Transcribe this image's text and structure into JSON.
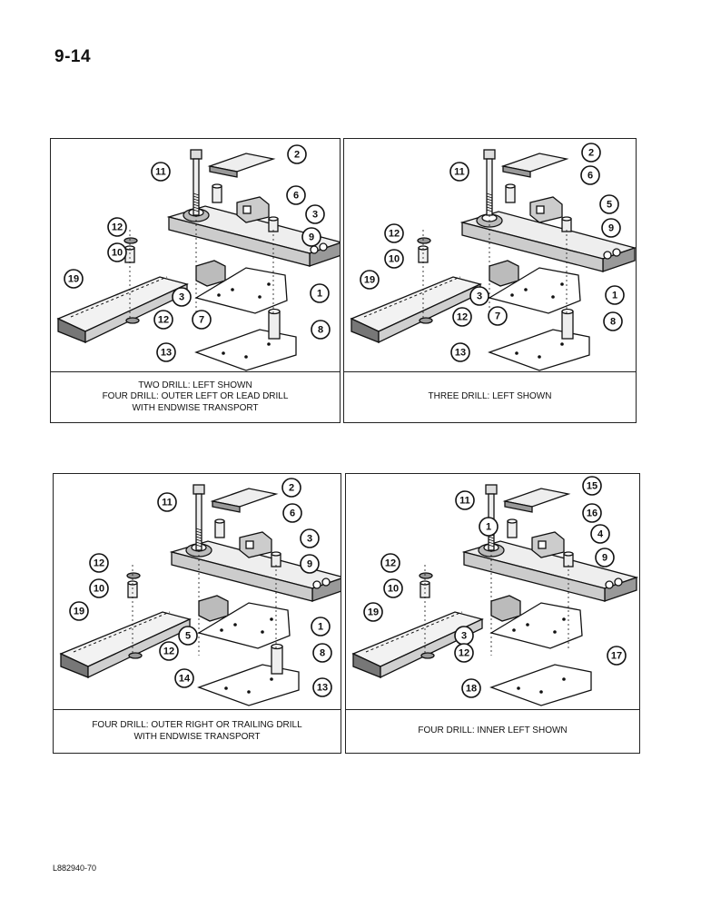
{
  "page_number": "9-14",
  "doc_code": "L882940-70",
  "panels": [
    {
      "caption_lines": [
        "TWO DRILL: LEFT SHOWN",
        "FOUR DRILL: OUTER LEFT OR LEAD DRILL",
        "WITH ENDWISE TRANSPORT"
      ],
      "callouts": [
        "11",
        "2",
        "6",
        "3",
        "9",
        "12",
        "10",
        "19",
        "3",
        "1",
        "7",
        "12",
        "8",
        "13"
      ]
    },
    {
      "caption_lines": [
        "THREE DRILL: LEFT SHOWN"
      ],
      "callouts": [
        "11",
        "2",
        "6",
        "5",
        "9",
        "12",
        "10",
        "19",
        "3",
        "1",
        "7",
        "12",
        "8",
        "13"
      ]
    },
    {
      "caption_lines": [
        "FOUR DRILL:  OUTER RIGHT OR TRAILING DRILL",
        "WITH ENDWISE TRANSPORT"
      ],
      "callouts": [
        "11",
        "2",
        "6",
        "3",
        "9",
        "12",
        "10",
        "19",
        "5",
        "1",
        "12",
        "8",
        "14",
        "13"
      ]
    },
    {
      "caption_lines": [
        "FOUR DRILL: INNER LEFT SHOWN"
      ],
      "callouts": [
        "11",
        "15",
        "16",
        "1",
        "4",
        "9",
        "12",
        "10",
        "19",
        "3",
        "17",
        "12",
        "18"
      ]
    }
  ]
}
